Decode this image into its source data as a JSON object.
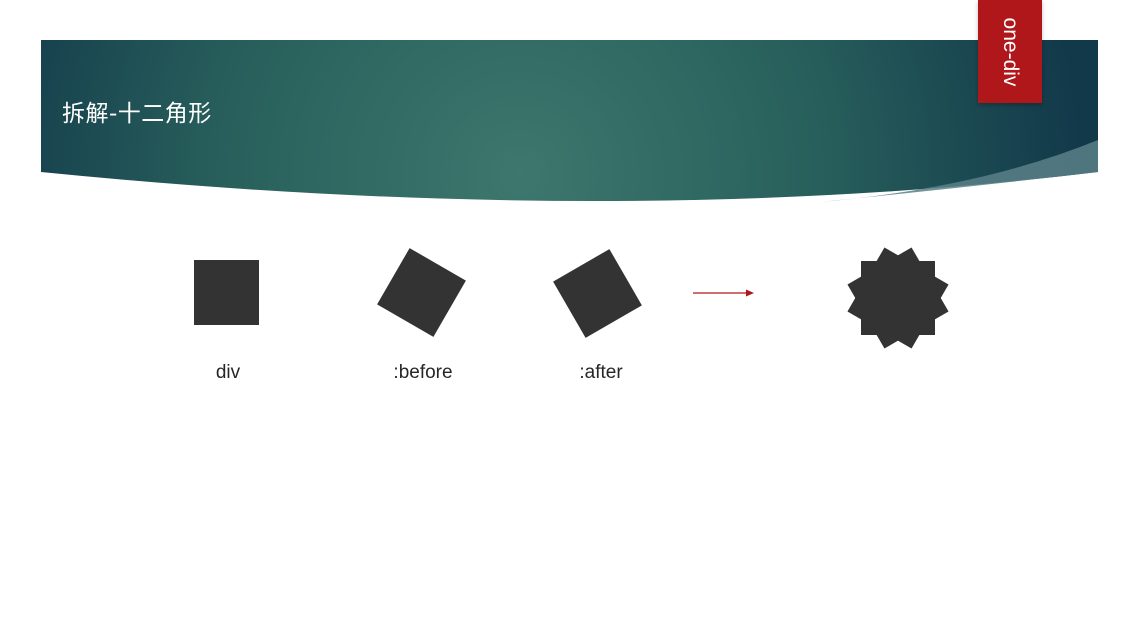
{
  "slide": {
    "title": "拆解-十二角形",
    "tag_label": "one-div"
  },
  "colors": {
    "banner_dark": "#12394a",
    "banner_light": "#3d776d",
    "tag": "#b0171b",
    "shape": "#333333",
    "arrow": "#b0171b"
  },
  "figures": [
    {
      "caption": "div",
      "rotation_deg": 0
    },
    {
      "caption": ":before",
      "rotation_deg": 30
    },
    {
      "caption": ":after",
      "rotation_deg": 60
    }
  ],
  "result": {
    "points": 12
  }
}
